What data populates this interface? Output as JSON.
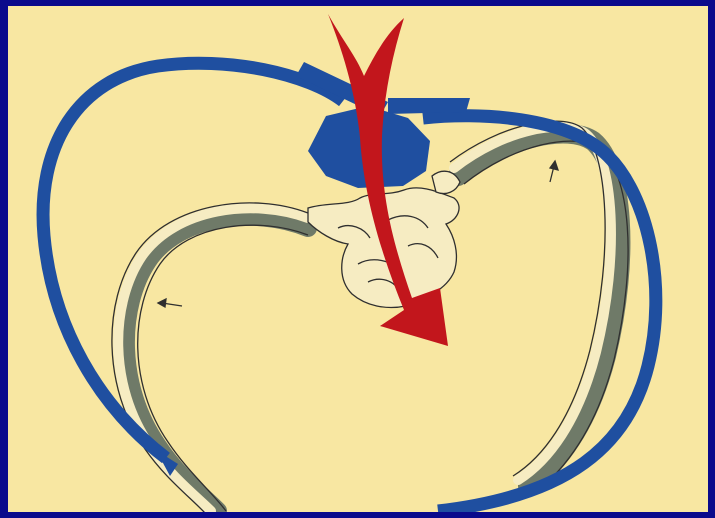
{
  "diagram": {
    "colors": {
      "background_border": "#0a0a8c",
      "paper": "#f8e7a2",
      "blue_path": "#1f4fa0",
      "red_arrow": "#c2161c",
      "rib_shadow": "#6f7a68",
      "rib_fill": "#f6ecc2",
      "outline": "#2f2f2f"
    },
    "elements": [
      "blue-circulating-pathway",
      "red-downward-arrow",
      "left-rib",
      "right-rib",
      "spinal-vertebra",
      "small-directional-arrows"
    ]
  }
}
